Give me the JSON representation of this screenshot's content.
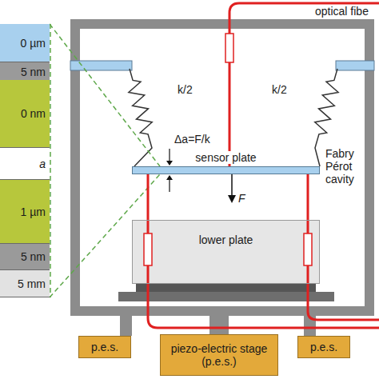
{
  "diagram": {
    "nodes": [
      {
        "text": [
          "0 µm"
        ]
      },
      {
        "text": [
          "5 nm"
        ]
      },
      {
        "text": [
          "0 nm"
        ]
      },
      {
        "text": [
          "a"
        ]
      },
      {
        "text": [
          "1 µm"
        ]
      },
      {
        "text": [
          "5 nm"
        ]
      },
      {
        "text": [
          "5 mm"
        ]
      },
      {
        "text": [
          "sensor plate"
        ]
      },
      {
        "text": [
          "lower plate"
        ]
      },
      {
        "text": [
          "p.e.s."
        ]
      },
      {
        "text": [
          "piezo-electric stage (p.e.s.)"
        ]
      },
      {
        "text": [
          "p.e.s."
        ]
      }
    ],
    "edges": [
      {
        "from": 8,
        "to": 7,
        "arrow": "none"
      },
      {
        "from": 8,
        "to": 7,
        "arrow": "none"
      }
    ],
    "labels": [
      "optical fibe",
      "k/2",
      "k/2",
      "Δa=F/k",
      "F",
      "Fabry Pérot cavity"
    ]
  }
}
